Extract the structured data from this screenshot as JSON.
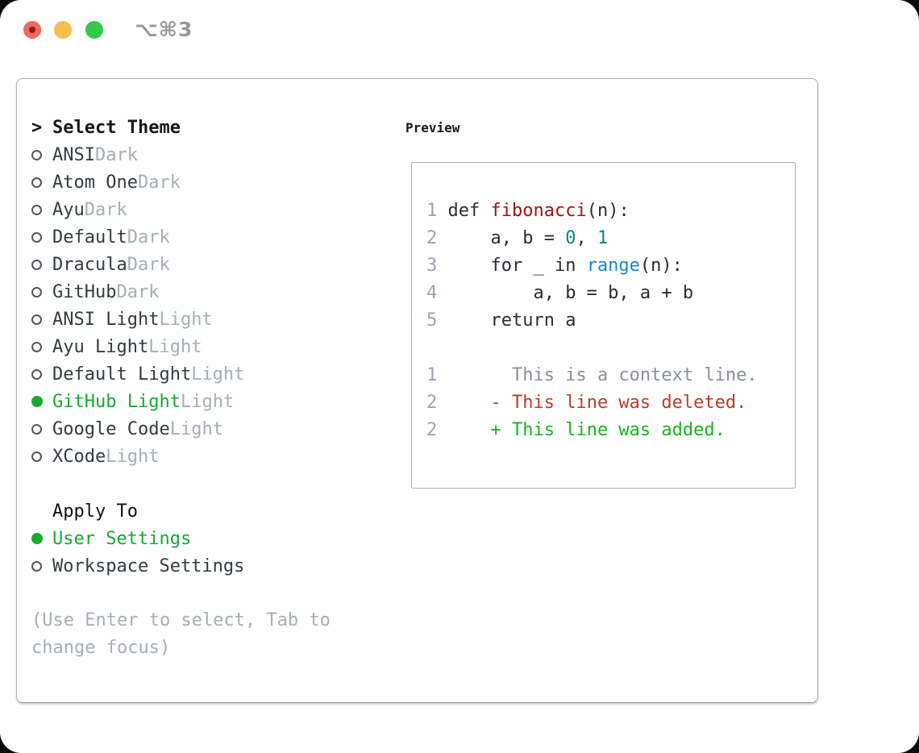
{
  "window": {
    "title": "⌥⌘3"
  },
  "colors": {
    "accent_green": "#18a92f",
    "added_green": "#16b61c",
    "deleted_red": "#c13b24",
    "function_red": "#a31212",
    "number_teal": "#0b8484",
    "builtin_blue": "#1a86c8",
    "muted_gray": "#a6aeb9",
    "text_dark": "#343b42",
    "traffic_red": "#ee6a5e",
    "traffic_yellow": "#f6bd4f",
    "traffic_green": "#34c84a"
  },
  "theme_panel": {
    "cursor": ">",
    "header": "Select Theme",
    "themes": [
      {
        "name": "ANSI",
        "tag": "Dark",
        "selected": false
      },
      {
        "name": "Atom One",
        "tag": "Dark",
        "selected": false
      },
      {
        "name": "Ayu",
        "tag": "Dark",
        "selected": false
      },
      {
        "name": "Default",
        "tag": "Dark",
        "selected": false
      },
      {
        "name": "Dracula",
        "tag": "Dark",
        "selected": false
      },
      {
        "name": "GitHub",
        "tag": "Dark",
        "selected": false
      },
      {
        "name": "ANSI Light",
        "tag": "Light",
        "selected": false
      },
      {
        "name": "Ayu Light",
        "tag": "Light",
        "selected": false
      },
      {
        "name": "Default Light",
        "tag": "Light",
        "selected": false
      },
      {
        "name": "GitHub Light",
        "tag": "Light",
        "selected": true
      },
      {
        "name": "Google Code",
        "tag": "Light",
        "selected": false
      },
      {
        "name": "XCode",
        "tag": "Light",
        "selected": false
      }
    ],
    "apply_header": "Apply To",
    "apply_options": [
      {
        "name": "User Settings",
        "selected": true
      },
      {
        "name": "Workspace Settings",
        "selected": false
      }
    ],
    "hint": "(Use Enter to select, Tab to change focus)"
  },
  "preview": {
    "header": "Preview",
    "code_lines": [
      {
        "num": "1",
        "segments": [
          {
            "t": "def ",
            "c": "plain"
          },
          {
            "t": "fibonacci",
            "c": "func"
          },
          {
            "t": "(n):",
            "c": "plain"
          }
        ]
      },
      {
        "num": "2",
        "segments": [
          {
            "t": "    a, b = ",
            "c": "plain"
          },
          {
            "t": "0",
            "c": "number"
          },
          {
            "t": ", ",
            "c": "plain"
          },
          {
            "t": "1",
            "c": "number"
          }
        ]
      },
      {
        "num": "3",
        "segments": [
          {
            "t": "    for _ in ",
            "c": "plain"
          },
          {
            "t": "range",
            "c": "builtin"
          },
          {
            "t": "(n):",
            "c": "plain"
          }
        ]
      },
      {
        "num": "4",
        "segments": [
          {
            "t": "        a, b = b, a + b",
            "c": "plain"
          }
        ]
      },
      {
        "num": "5",
        "segments": [
          {
            "t": "    return a",
            "c": "plain"
          }
        ]
      }
    ],
    "diff_lines": [
      {
        "num": "1",
        "marker": " ",
        "marker_class": "context",
        "segments": [
          {
            "t": "This is a context line.",
            "c": "context"
          }
        ]
      },
      {
        "num": "2",
        "marker": "-",
        "marker_class": "deleted",
        "segments": [
          {
            "t": "This line was deleted.",
            "c": "deleted"
          }
        ]
      },
      {
        "num": "2",
        "marker": "+",
        "marker_class": "added",
        "segments": [
          {
            "t": "This line was added.",
            "c": "added"
          }
        ]
      }
    ]
  }
}
